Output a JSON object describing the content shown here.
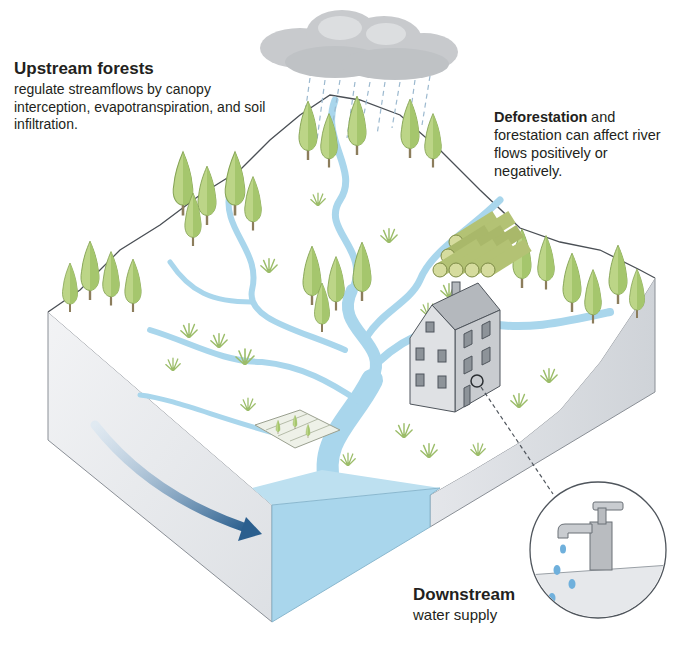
{
  "diagram": {
    "labels": [
      "Upstream forests",
      "regulate streamflows by canopy interception, evapotranspiration, and soil infiltration.",
      "Deforestation",
      "and forestation can affect river flows positively or negatively.",
      "Downstream",
      "water supply"
    ]
  }
}
